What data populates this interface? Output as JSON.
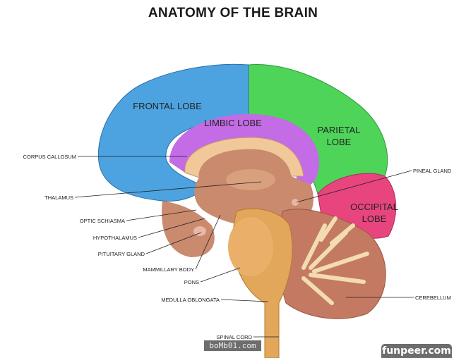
{
  "title": "ANATOMY OF THE BRAIN",
  "lobes": {
    "frontal": "FRONTAL LOBE",
    "limbic": "LIMBIC LOBE",
    "parietal_1": "PARIETAL",
    "parietal_2": "LOBE",
    "occipital_1": "OCCIPITAL",
    "occipital_2": "LOBE"
  },
  "labels": {
    "corpus_callosum": "CORPUS CALLOSUM",
    "thalamus": "THALAMUS",
    "optic_chiasma": "OPTIC SCHIASMA",
    "hypothalamus": "HYPOTHALAMUS",
    "pituitary": "PITUITARY GLAND",
    "mammillary": "MAMMILLARY BODY",
    "pons": "PONS",
    "medulla": "MEDULLA OBLONGATA",
    "spinal_cord": "SPINAL CORD",
    "pineal": "PINEAL GLAND",
    "cerebellum": "CEREBELLUM"
  },
  "watermarks": {
    "left": "boMb01.com",
    "right": "funpeer.com"
  },
  "colors": {
    "frontal": "#4da3e0",
    "limbic": "#c46be6",
    "parietal": "#4fd45a",
    "occipital": "#e8457e",
    "tissue": "#c98a6e",
    "stem": "#e2a75a"
  }
}
